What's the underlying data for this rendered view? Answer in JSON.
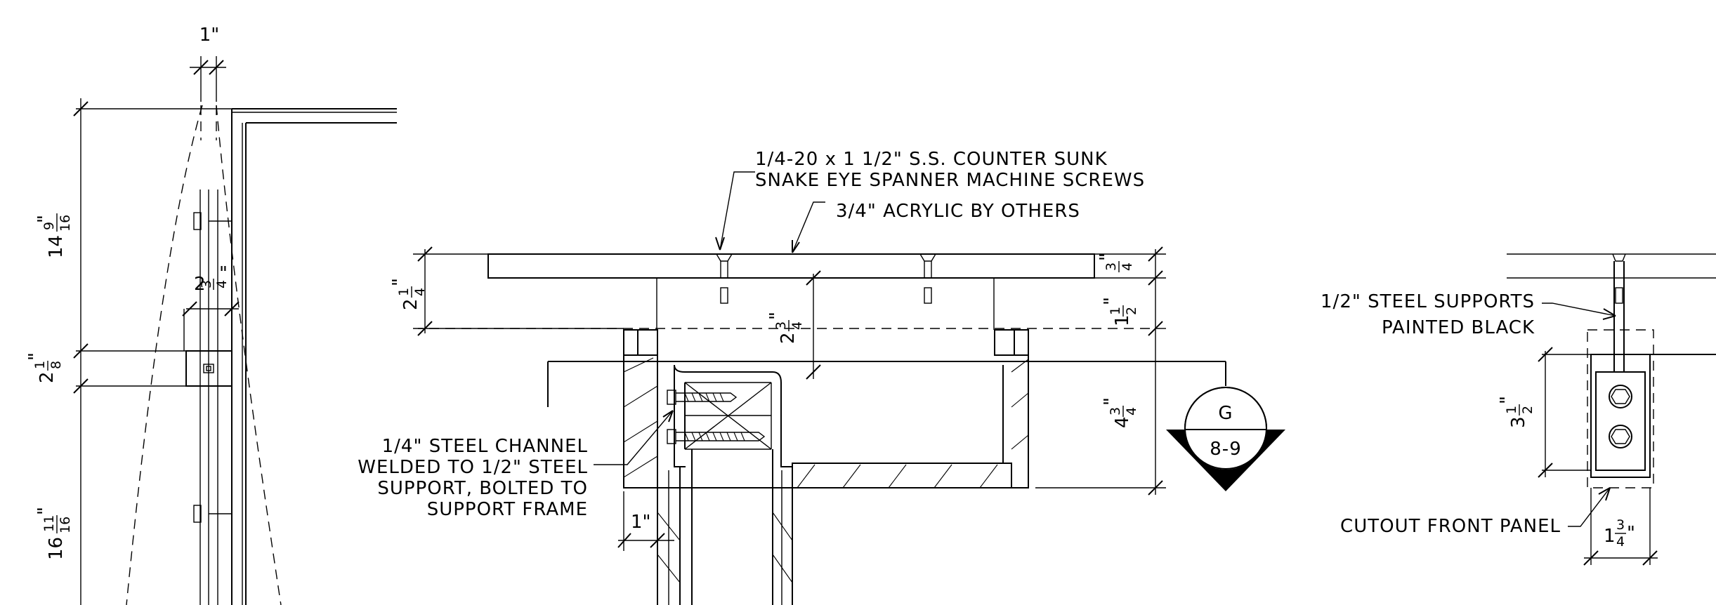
{
  "notes": {
    "screws_line1": "1/4-20 x 1 1/2\" S.S. COUNTER SUNK",
    "screws_line2": "SNAKE EYE SPANNER MACHINE SCREWS",
    "acrylic": "3/4\" ACRYLIC BY OTHERS",
    "channel_line1": "1/4\" STEEL CHANNEL",
    "channel_line2": "WELDED TO 1/2\" STEEL",
    "channel_line3": "SUPPORT, BOLTED TO",
    "channel_line4": "SUPPORT FRAME",
    "supports_line1": "1/2\" STEEL SUPPORTS",
    "supports_line2": "PAINTED BLACK",
    "cutout": "CUTOUT FRONT PANEL"
  },
  "dimensions": {
    "top_width": "1\"",
    "left_upper_whole": "14",
    "left_upper_num": "9",
    "left_upper_den": "16",
    "left_mid_whole": "2",
    "left_mid_num": "1",
    "left_mid_den": "8",
    "left_lower_whole": "16",
    "left_lower_num": "11",
    "left_lower_den": "16",
    "left_inner_whole": "2",
    "left_inner_num": "3",
    "left_inner_den": "4",
    "center_left_whole": "2",
    "center_left_num": "1",
    "center_left_den": "4",
    "center_mid_whole": "2",
    "center_mid_num": "3",
    "center_mid_den": "4",
    "acrylic_num": "3",
    "acrylic_den": "4",
    "gap_whole": "1",
    "gap_num": "1",
    "gap_den": "2",
    "frame_whole": "4",
    "frame_num": "3",
    "frame_den": "4",
    "bottom_width": "1\"",
    "right_height_whole": "3",
    "right_height_num": "1",
    "right_height_den": "2",
    "right_width_whole": "1",
    "right_width_num": "3",
    "right_width_den": "4"
  },
  "section_marker": {
    "letter": "G",
    "sheet": "8-9"
  }
}
